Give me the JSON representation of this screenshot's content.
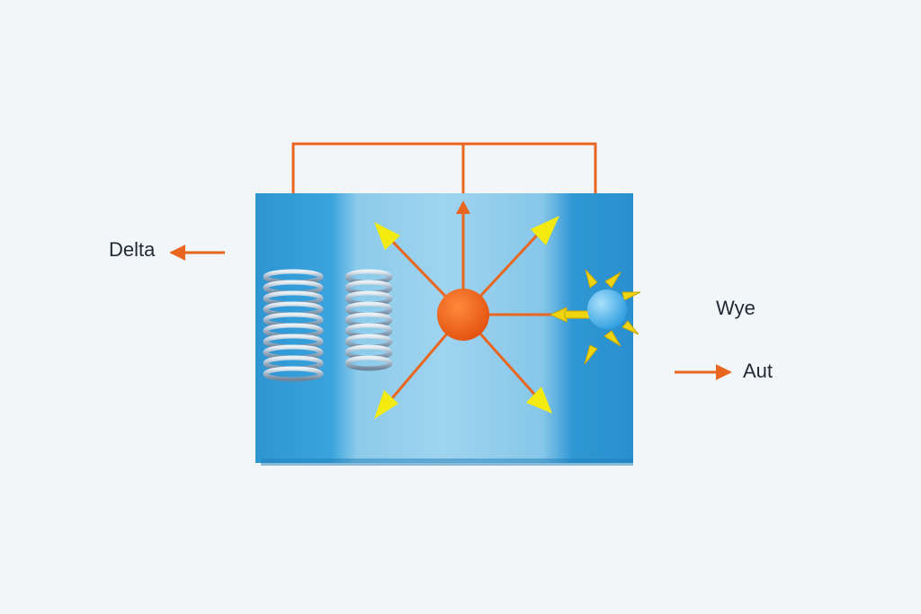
{
  "labels": {
    "delta": "Delta",
    "wye": "Wye",
    "aut": "Aut"
  },
  "colors": {
    "background": "#f2f6f9",
    "panel_edge": "#2a8fcf",
    "panel_center": "#8ccbea",
    "wire_orange": "#e8661f",
    "arrow_yellow": "#f3ea10",
    "core_orange": "#ec5a14",
    "small_sphere_blue": "#5ab8ee",
    "coil_silver": "#b4c6d6"
  },
  "icons": {
    "left_coil": "spring-coil-icon",
    "middle_coil": "spring-coil-icon",
    "core": "orange-sphere-icon",
    "emitter": "blue-sphere-icon"
  }
}
